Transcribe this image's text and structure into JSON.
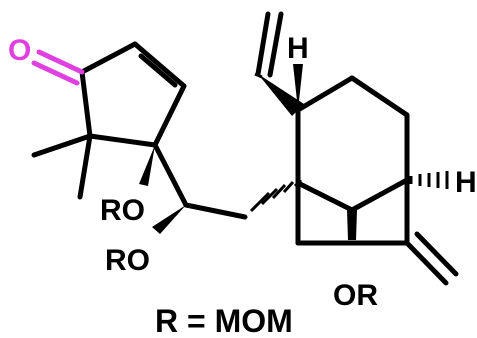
{
  "structure": {
    "labels": {
      "oxygen": "O",
      "hydrogen_top": "H",
      "hydrogen_right": "H",
      "ro_upper": "RO",
      "ro_lower": "RO",
      "or_bottom": "OR"
    },
    "caption": "R = MOM",
    "colors": {
      "bond": "#000000",
      "carbonyl": "#e040e0",
      "text": "#000000"
    }
  }
}
